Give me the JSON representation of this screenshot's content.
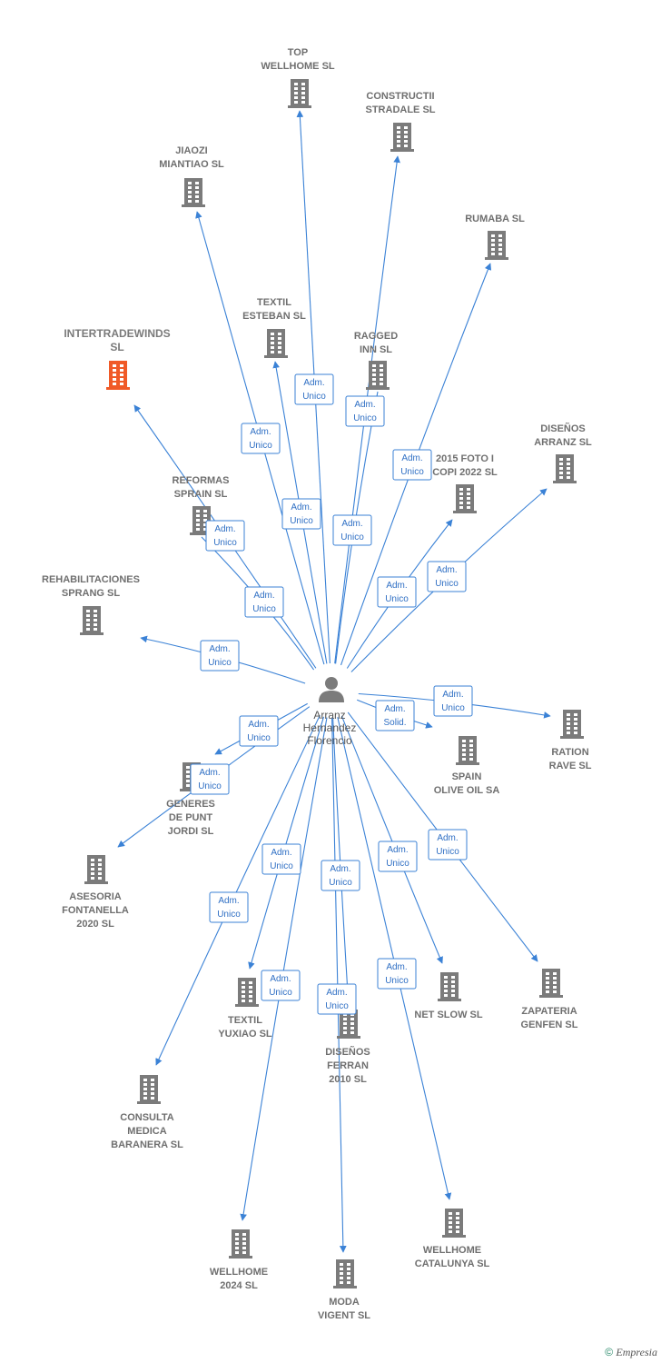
{
  "colors": {
    "edge": "#3b82d6",
    "building": "#7b7b7b",
    "building_highlight": "#f05a28",
    "person": "#7b7b7b"
  },
  "person": {
    "lines": [
      "Arranz",
      "Hernandez",
      "Florencio"
    ]
  },
  "nodes": [
    {
      "id": "top-wellhome",
      "lines": [
        "TOP",
        "WELLHOME  SL"
      ]
    },
    {
      "id": "constructii",
      "lines": [
        "CONSTRUCTII",
        "STRADALE SL"
      ]
    },
    {
      "id": "jiaozi",
      "lines": [
        "JIAOZI",
        "MIANTIAO  SL"
      ]
    },
    {
      "id": "rumaba",
      "lines": [
        "RUMABA SL"
      ]
    },
    {
      "id": "intertradewinds",
      "lines": [
        "INTERTRADEWINDS",
        "SL"
      ],
      "highlight": true
    },
    {
      "id": "textil-esteban",
      "lines": [
        "TEXTIL",
        "ESTEBAN  SL"
      ]
    },
    {
      "id": "ragged-inn",
      "lines": [
        "RAGGED",
        "INN SL"
      ]
    },
    {
      "id": "disenos-arranz",
      "lines": [
        "DISEÑOS",
        "ARRANZ  SL"
      ]
    },
    {
      "id": "foto-copi",
      "lines": [
        "2015 FOTO I",
        "COPI 2022  SL"
      ]
    },
    {
      "id": "reformas-sprain",
      "lines": [
        "REFORMAS",
        "SPRAIN SL"
      ]
    },
    {
      "id": "rehabilitaciones",
      "lines": [
        "REHABILITACIONES",
        "SPRANG SL"
      ]
    },
    {
      "id": "ration-rave",
      "lines": [
        "RATION",
        "RAVE SL"
      ]
    },
    {
      "id": "spain-olive",
      "lines": [
        "SPAIN",
        "OLIVE OIL SA"
      ]
    },
    {
      "id": "generes",
      "lines": [
        "GENERES",
        "DE PUNT",
        "JORDI  SL"
      ]
    },
    {
      "id": "asesoria",
      "lines": [
        "ASESORIA",
        "FONTANELLA",
        "2020  SL"
      ]
    },
    {
      "id": "net-slow",
      "lines": [
        "NET SLOW SL"
      ]
    },
    {
      "id": "zapateria",
      "lines": [
        "ZAPATERIA",
        "GENFEN SL"
      ]
    },
    {
      "id": "textil-yuxiao",
      "lines": [
        "TEXTIL",
        "YUXIAO SL"
      ]
    },
    {
      "id": "disenos-ferran",
      "lines": [
        "DISEÑOS",
        "FERRAN",
        "2010  SL"
      ]
    },
    {
      "id": "consulta",
      "lines": [
        "CONSULTA",
        "MEDICA",
        "BARANERA  SL"
      ]
    },
    {
      "id": "wellhome-catalunya",
      "lines": [
        "WELLHOME",
        "CATALUNYA  SL"
      ]
    },
    {
      "id": "wellhome-2024",
      "lines": [
        "WELLHOME",
        "2024  SL"
      ]
    },
    {
      "id": "moda-vigent",
      "lines": [
        "MODA",
        "VIGENT  SL"
      ]
    }
  ],
  "edges": [
    {
      "to": "top-wellhome",
      "role": [
        "Adm.",
        "Unico"
      ]
    },
    {
      "to": "constructii",
      "role": [
        "Adm.",
        "Unico"
      ]
    },
    {
      "to": "jiaozi",
      "role": [
        "Adm.",
        "Unico"
      ]
    },
    {
      "to": "rumaba",
      "role": [
        "Adm.",
        "Unico"
      ]
    },
    {
      "to": "intertradewinds",
      "role": [
        "Adm.",
        "Unico"
      ]
    },
    {
      "to": "textil-esteban",
      "role": [
        "Adm.",
        "Unico"
      ]
    },
    {
      "to": "ragged-inn",
      "role": [
        "Adm.",
        "Unico"
      ]
    },
    {
      "to": "disenos-arranz",
      "role": [
        "Adm.",
        "Unico"
      ]
    },
    {
      "to": "foto-copi",
      "role": [
        "Adm.",
        "Unico"
      ]
    },
    {
      "to": "reformas-sprain",
      "role": [
        "Adm.",
        "Unico"
      ]
    },
    {
      "to": "rehabilitaciones",
      "role": [
        "Adm.",
        "Unico"
      ]
    },
    {
      "to": "ration-rave",
      "role": [
        "Adm.",
        "Unico"
      ]
    },
    {
      "to": "spain-olive",
      "role": [
        "Adm.",
        "Solid."
      ]
    },
    {
      "to": "generes",
      "role": [
        "Adm.",
        "Unico"
      ]
    },
    {
      "to": "asesoria",
      "role": [
        "Adm.",
        "Unico"
      ]
    },
    {
      "to": "net-slow",
      "role": [
        "Adm.",
        "Unico"
      ]
    },
    {
      "to": "zapateria",
      "role": [
        "Adm.",
        "Unico"
      ]
    },
    {
      "to": "textil-yuxiao",
      "role": [
        "Adm.",
        "Unico"
      ]
    },
    {
      "to": "disenos-ferran",
      "role": [
        "Adm.",
        "Unico"
      ]
    },
    {
      "to": "consulta",
      "role": [
        "Adm.",
        "Unico"
      ]
    },
    {
      "to": "wellhome-catalunya",
      "role": [
        "Adm.",
        "Unico"
      ]
    },
    {
      "to": "wellhome-2024",
      "role": [
        "Adm.",
        "Unico"
      ]
    },
    {
      "to": "moda-vigent",
      "role": [
        "Adm.",
        "Unico"
      ]
    }
  ],
  "footer": {
    "copyright_symbol": "©",
    "brand": "mpresia",
    "brand_initial": "E"
  }
}
